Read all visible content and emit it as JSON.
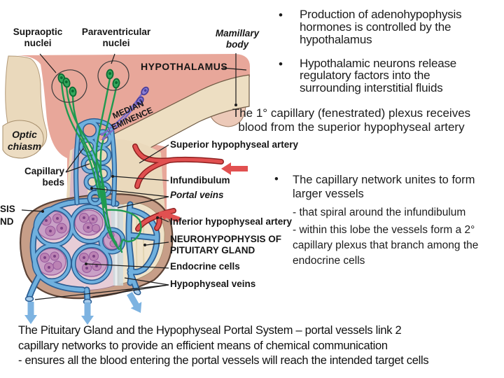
{
  "slide": {
    "background": "#ffffff",
    "text_color": "#1c1c1c"
  },
  "diagram": {
    "labels": {
      "supraoptic": "Supraoptic nuclei",
      "paraventricular": "Paraventricular nuclei",
      "mamillary": "Mamillary body",
      "hypothalamus": "HYPOTHALAMUS",
      "median_eminence": "MEDIAN EMINENCE",
      "optic_chiasm": "Optic chiasm",
      "capillary_beds": "Capillary beds",
      "adeno_cutoff": "SIS\nND",
      "superior_artery": "Superior hypophyseal artery",
      "infundibulum": "Infundibulum",
      "portal_veins": "Portal veins",
      "inferior_artery": "Inferior hypophyseal artery",
      "neurohypophysis": "NEUROHYPOPHYSIS OF PITUITARY GLAND",
      "endocrine_cells": "Endocrine cells",
      "hypophyseal_veins": "Hypophyseal veins"
    },
    "colors": {
      "artery_red": "#e15050",
      "vein_blue": "#6fb0de",
      "vein_outline": "#2b5d92",
      "neuron_green": "#1f9a4f",
      "neuron_purple": "#7a6cc8",
      "tissue_pink": "#e8a79a",
      "tissue_beige": "#ead9bc",
      "gland_rim_brown": "#5c4336",
      "cluster_purple": "#c9a0c6",
      "arrow_blue": "#7db3e1"
    }
  },
  "right_column": {
    "bullet_marker": "•",
    "bullet1": "Production of adenohypophysis\nhormones is controlled by the\nhypothalamus",
    "bullet2": "Hypothalamic neurons release\nregulatory factors into the\nsurrounding interstitial fluids",
    "capillary_note": "The 1° capillary (fenestrated) plexus receives\nblood from the superior hypophyseal artery",
    "bullet3": "The capillary network unites to form\nlarger vessels",
    "bullet3_sub1": "- that spiral around the infundibulum",
    "bullet3_sub2": "- within this lobe the vessels form a 2°\ncapillary plexus that branch among the\nendocrine cells"
  },
  "footer": {
    "text": "The Pituitary Gland and the Hypophyseal Portal System – portal vessels link 2\ncapillary networks to provide an efficient means of chemical communication\n- ensures all the blood entering the portal vessels will reach the intended target cells"
  }
}
